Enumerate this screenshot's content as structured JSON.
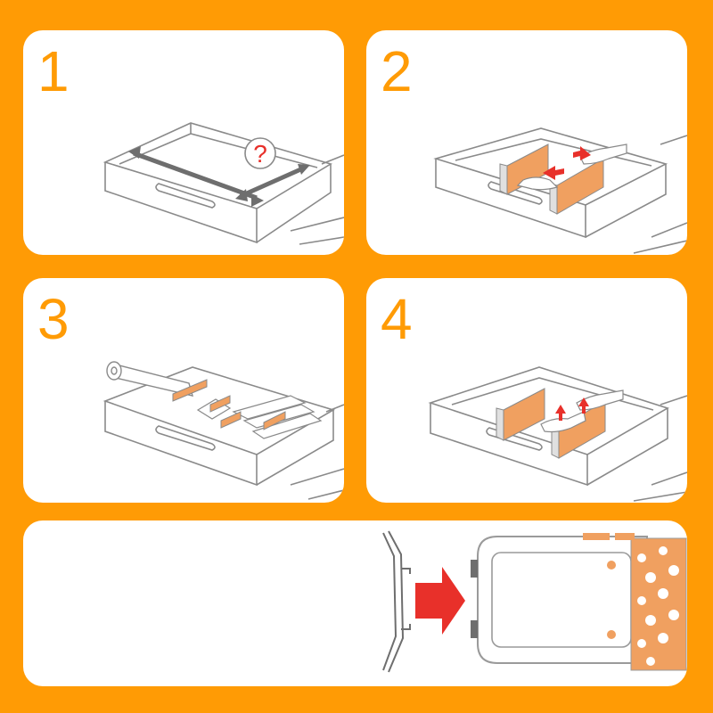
{
  "steps": [
    {
      "number": "1",
      "help_symbol": "?"
    },
    {
      "number": "2"
    },
    {
      "number": "3"
    },
    {
      "number": "4"
    }
  ],
  "colors": {
    "background": "#ff9b05",
    "panel": "#ffffff",
    "line": "#8a8a8a",
    "divider_fill": "#f0a060",
    "arrow_red": "#e8302a"
  },
  "icons": {
    "measure": "measure-arrows-icon",
    "question": "question-mark-icon",
    "push_arrow": "red-arrow-icon"
  }
}
